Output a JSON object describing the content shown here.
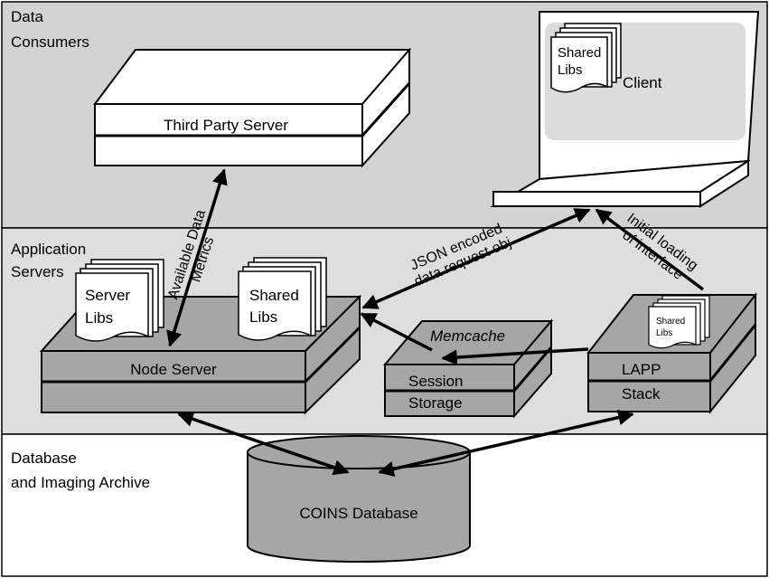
{
  "tiers": {
    "data_consumers": [
      "Data",
      "Consumers"
    ],
    "application_servers": [
      "Application",
      "Servers"
    ],
    "database": [
      "Database",
      "and Imaging Archive"
    ]
  },
  "nodes": {
    "third_party_server": "Third Party Server",
    "client": "Client",
    "client_libs": [
      "Shared",
      "Libs"
    ],
    "server_libs": [
      "Server",
      "Libs"
    ],
    "shared_libs": [
      "Shared",
      "Libs"
    ],
    "node_server": "Node Server",
    "memcache": "Memcache",
    "session_storage": [
      "Session",
      "Storage"
    ],
    "lapp_libs": [
      "Shared",
      "Libs"
    ],
    "lapp_stack": [
      "LAPP",
      "Stack"
    ],
    "coins_database": "COINS Database"
  },
  "edges": {
    "available_data_metrics": [
      "Available Data",
      "Metrics"
    ],
    "json_request": [
      "JSON encoded",
      "data request obj"
    ],
    "initial_loading": [
      "Initial loading",
      "of interface"
    ]
  },
  "colors": {
    "tier_top": "#d3d3d3",
    "tier_mid": "#dedede",
    "tier_bottom": "#ffffff",
    "box_dark": "#a6a6a6",
    "box_mid": "#bfbfbf",
    "screen": "#dcdcdc"
  }
}
